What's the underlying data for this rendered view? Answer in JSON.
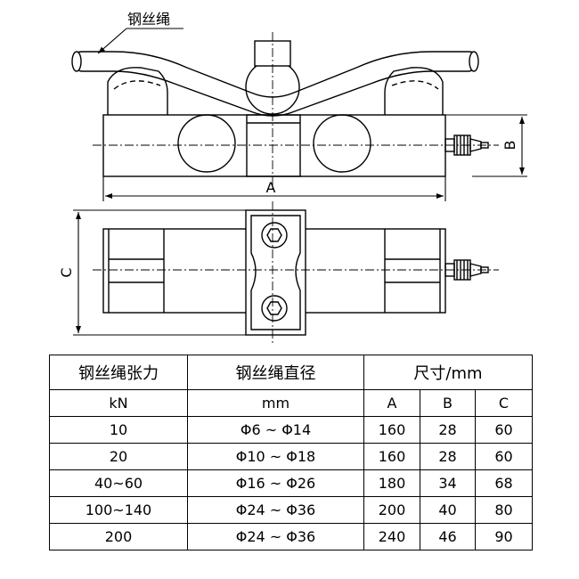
{
  "labels": {
    "wire_rope": "钢丝绳",
    "dim_a": "A",
    "dim_b": "B",
    "dim_c": "C"
  },
  "table": {
    "header": {
      "tension": "钢丝绳张力",
      "diameter": "钢丝绳直径",
      "size": "尺寸/mm"
    },
    "units": {
      "tension": "kN",
      "diameter": "mm",
      "a": "A",
      "b": "B",
      "c": "C"
    },
    "rows": [
      {
        "tension": "10",
        "diameter": "Φ6 ~ Φ14",
        "a": "160",
        "b": "28",
        "c": "60"
      },
      {
        "tension": "20",
        "diameter": "Φ10 ~ Φ18",
        "a": "160",
        "b": "28",
        "c": "60"
      },
      {
        "tension": "40~60",
        "diameter": "Φ16 ~ Φ26",
        "a": "180",
        "b": "34",
        "c": "68"
      },
      {
        "tension": "100~140",
        "diameter": "Φ24 ~ Φ36",
        "a": "200",
        "b": "40",
        "c": "80"
      },
      {
        "tension": "200",
        "diameter": "Φ24 ~ Φ36",
        "a": "240",
        "b": "46",
        "c": "90"
      }
    ]
  }
}
